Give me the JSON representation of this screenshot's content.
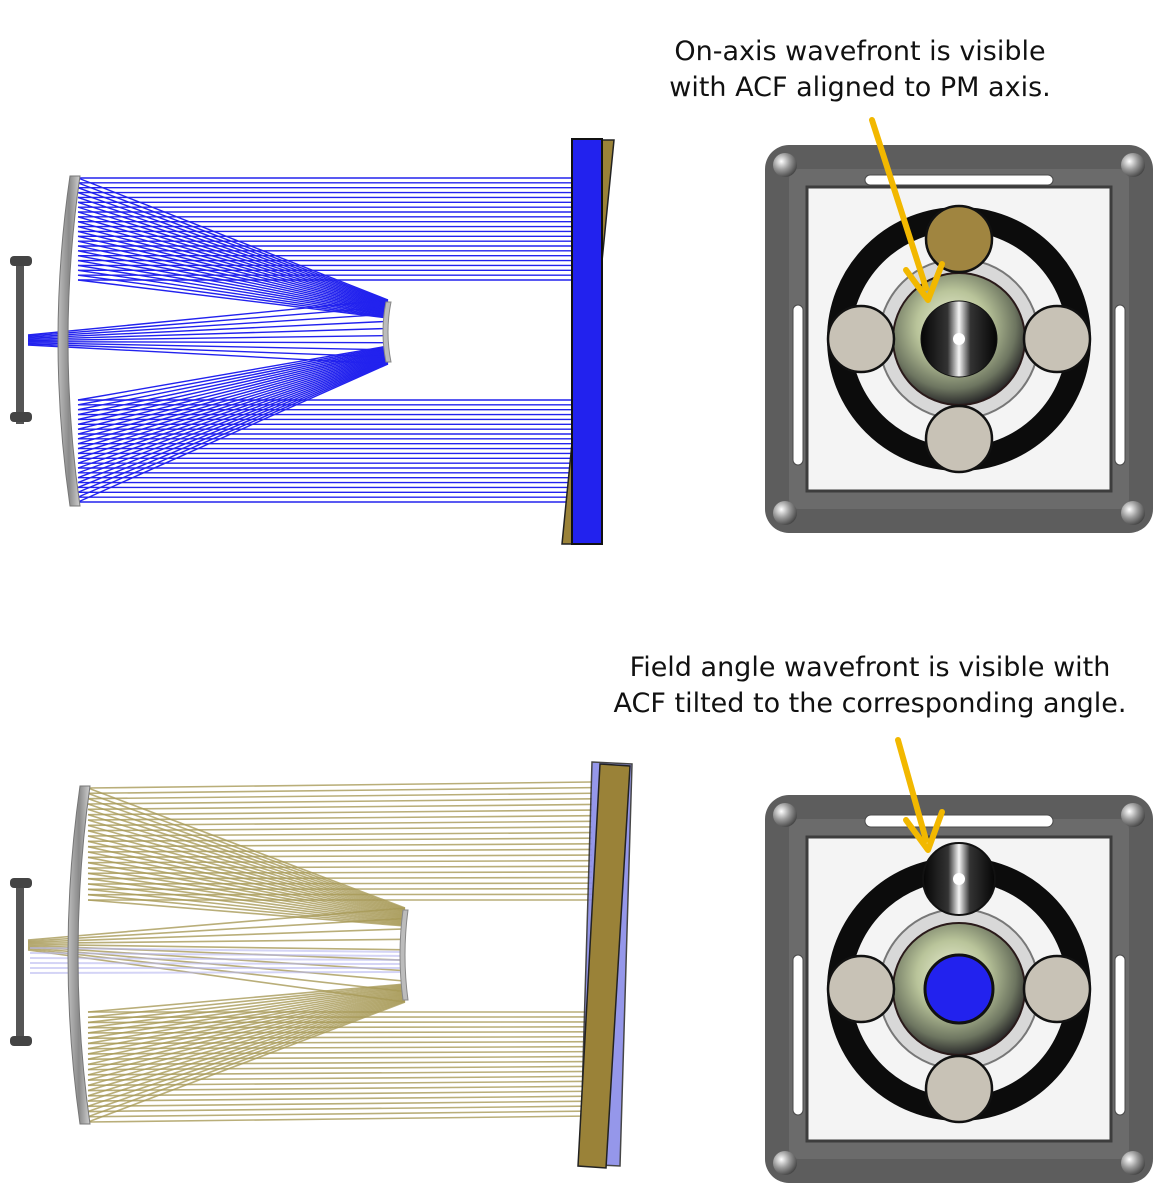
{
  "captions": {
    "top": {
      "line1": "On-axis wavefront is visible",
      "line2": "with ACF aligned to PM axis."
    },
    "bottom": {
      "line1": "Field angle wavefront is visible with",
      "line2": "ACF tilted to the corresponding angle."
    }
  },
  "colors": {
    "on_axis_beam": "#2222ee",
    "field_beam": "#a89a58",
    "flat_on_axis": "#2222ee",
    "flat_field": "#9a8238",
    "arrow": "#f2b800",
    "frame": "#5d5d5d",
    "gray_pad": "#c8c2b6",
    "gold_pad": "#a08540"
  },
  "panels": [
    {
      "id": "top",
      "beam": "on_axis",
      "flat": "aligned",
      "mount_highlight": "top-gold-pad"
    },
    {
      "id": "bottom",
      "beam": "field_angle",
      "flat": "tilted",
      "mount_highlight": "center-blue-spot"
    }
  ]
}
